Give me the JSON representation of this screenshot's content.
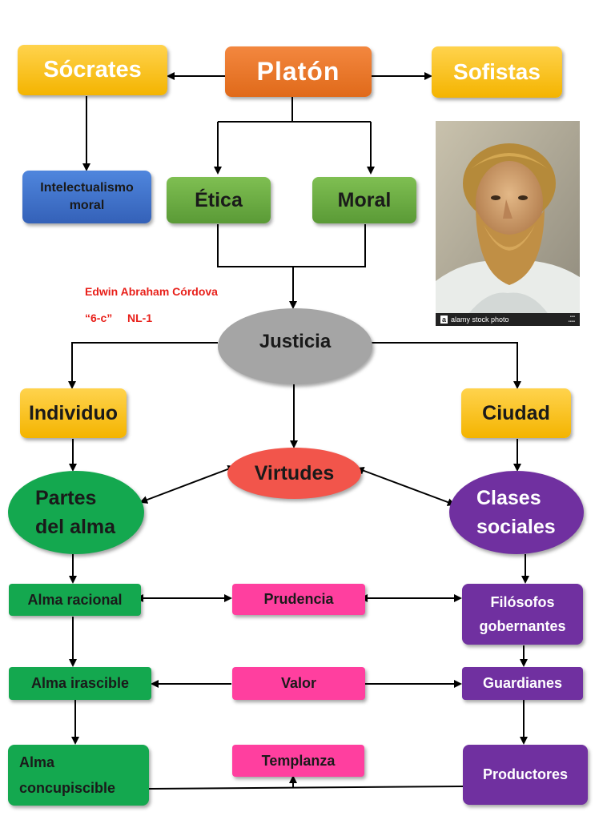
{
  "nodes": {
    "platon": "Platón",
    "socrates": "Sócrates",
    "sofistas": "Sofistas",
    "intelectualismo": [
      "Intelectualismo",
      "moral"
    ],
    "etica": "Ética",
    "moral": "Moral",
    "justicia": "Justicia",
    "individuo": "Individuo",
    "ciudad": "Ciudad",
    "virtudes": "Virtudes",
    "partes_alma": [
      "Partes",
      "del alma"
    ],
    "clases_sociales": [
      "Clases",
      "sociales"
    ],
    "alma_racional": "Alma racional",
    "prudencia": "Prudencia",
    "filosofos": [
      "Filósofos",
      "gobernantes"
    ],
    "alma_irascible": "Alma irascible",
    "valor": "Valor",
    "guardianes": "Guardianes",
    "alma_concupiscible": [
      "Alma",
      "concupiscible"
    ],
    "templanza": "Templanza",
    "productores": "Productores"
  },
  "author": {
    "name": "Edwin Abraham Córdova",
    "group": "“6-c”",
    "code": "NL-1"
  },
  "photo": {
    "watermark_brand": "alamy stock photo",
    "watermark_letter": "a"
  },
  "colors": {
    "yellow": "#f4b400",
    "orange": "#e06a1a",
    "blue": "#3461b8",
    "green": "#14a84f",
    "grey": "#a5a5a5",
    "red": "#f2554b",
    "purple": "#7030a0",
    "pink": "#ff3f9f",
    "author_text": "#e8201a"
  }
}
